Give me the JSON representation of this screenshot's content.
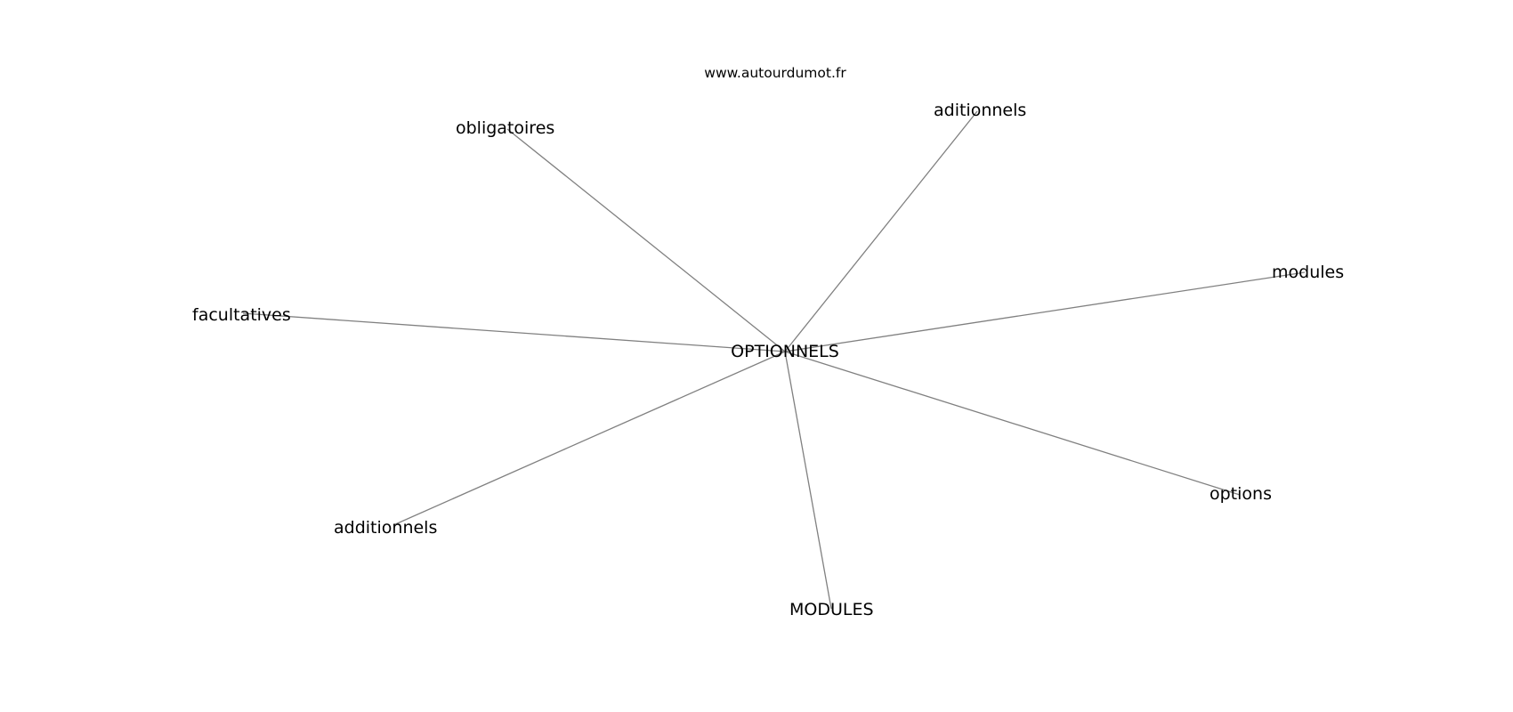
{
  "credit": "www.autourdumot.fr",
  "center": {
    "label": "OPTIONNELS"
  },
  "neighbors": [
    {
      "label": "aditionnels"
    },
    {
      "label": "obligatoires"
    },
    {
      "label": "modules"
    },
    {
      "label": "facultatives"
    },
    {
      "label": "options"
    },
    {
      "label": "additionnels"
    },
    {
      "label": "MODULES"
    }
  ],
  "colors": {
    "edge": "#808080",
    "text": "#000000",
    "background": "#ffffff"
  }
}
